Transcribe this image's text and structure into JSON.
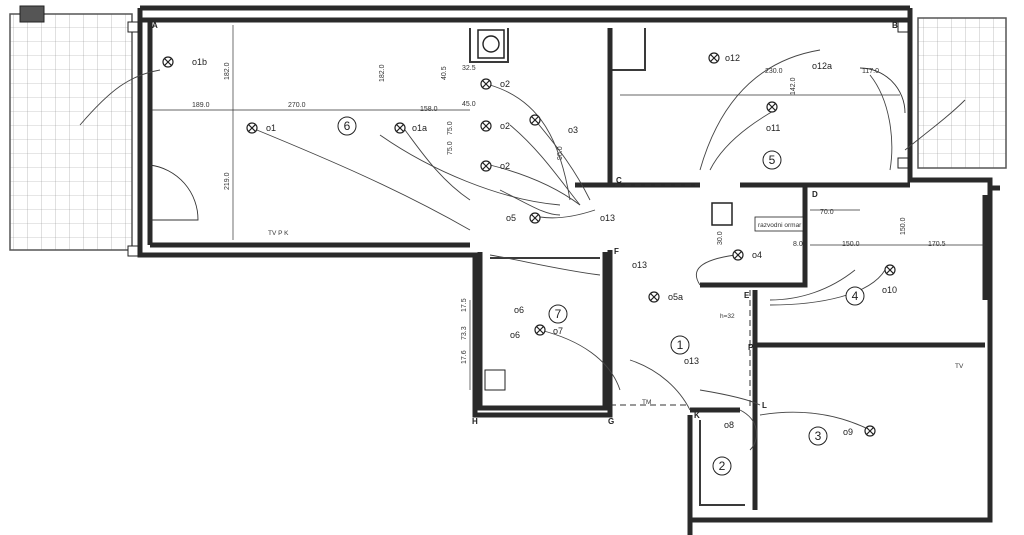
{
  "rooms": [
    {
      "id": "r6",
      "label": "6"
    },
    {
      "id": "r5",
      "label": "5"
    },
    {
      "id": "r7",
      "label": "7"
    },
    {
      "id": "r4",
      "label": "4"
    },
    {
      "id": "r1",
      "label": "1"
    },
    {
      "id": "r2",
      "label": "2"
    },
    {
      "id": "r3",
      "label": "3"
    }
  ],
  "fixtures": [
    {
      "label": "o1b"
    },
    {
      "label": "o1"
    },
    {
      "label": "o1a"
    },
    {
      "label": "o2"
    },
    {
      "label": "o2"
    },
    {
      "label": "o2"
    },
    {
      "label": "o3"
    },
    {
      "label": "o5"
    },
    {
      "label": "o13"
    },
    {
      "label": "o12"
    },
    {
      "label": "o12a"
    },
    {
      "label": "o11"
    },
    {
      "label": "o4"
    },
    {
      "label": "o13"
    },
    {
      "label": "o5a"
    },
    {
      "label": "o10"
    },
    {
      "label": "o6"
    },
    {
      "label": "o6"
    },
    {
      "label": "o7"
    },
    {
      "label": "o13"
    },
    {
      "label": "o8"
    },
    {
      "label": "o9"
    }
  ],
  "dimensions": [
    "189.0",
    "270.0",
    "158.0",
    "182.0",
    "219.0",
    "182.0",
    "40.5",
    "32.5",
    "45.0",
    "75.0",
    "75.0",
    "90.0",
    "230.0",
    "142.0",
    "117.0",
    "70.0",
    "30.0",
    "150.0",
    "8.0",
    "170.5",
    "150.0",
    "17.5",
    "73.3",
    "17.6"
  ],
  "grid_letters": [
    "A",
    "B",
    "C",
    "D",
    "E",
    "F",
    "G",
    "H",
    "P",
    "L",
    "K"
  ],
  "notes": [
    "razvodni ormar",
    "TV P K",
    "TV",
    "TM",
    "h=32"
  ]
}
